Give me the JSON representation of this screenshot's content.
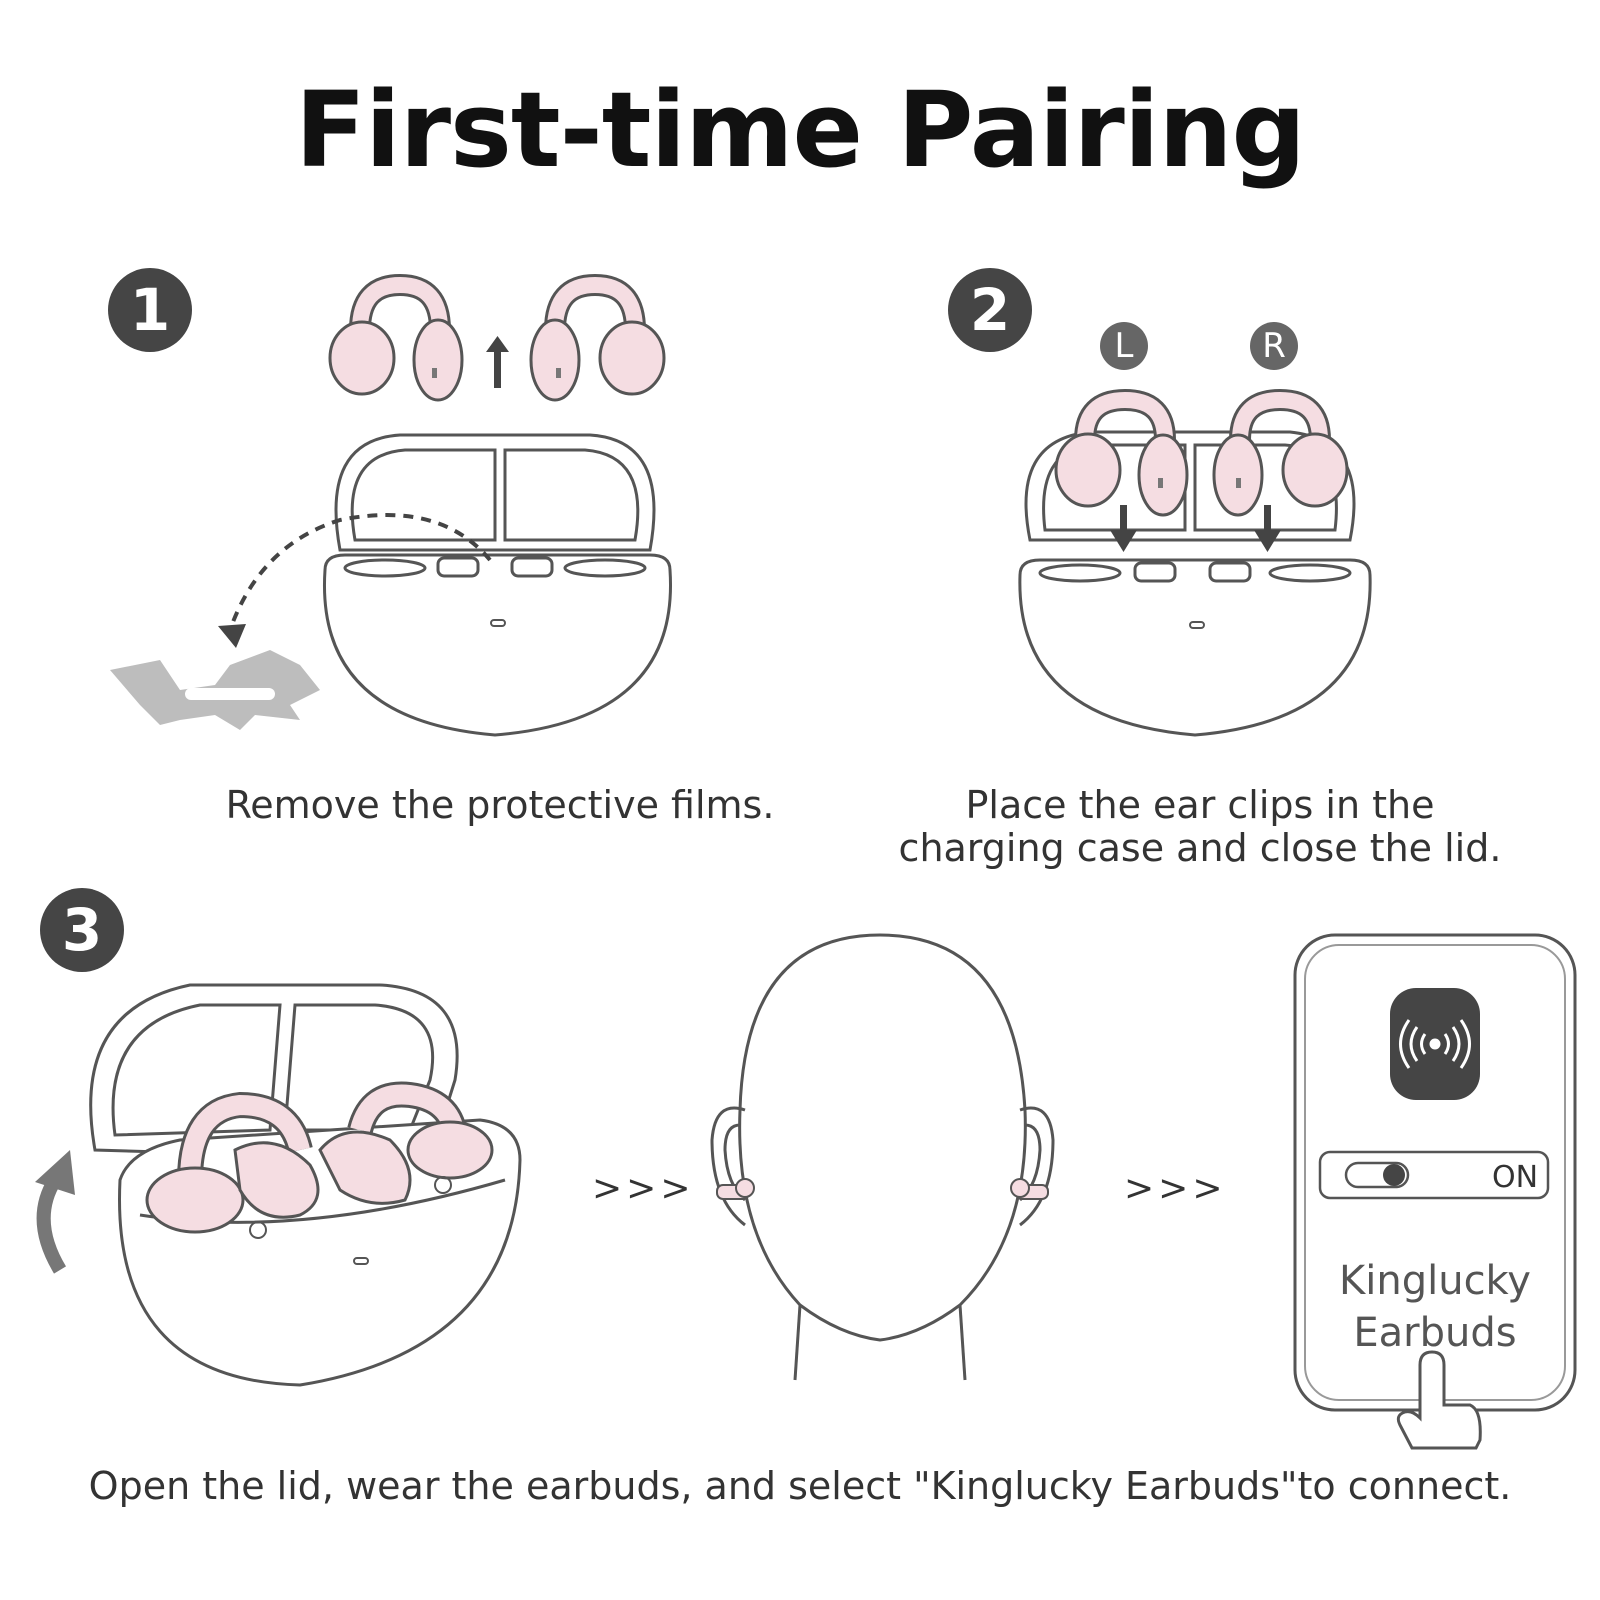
{
  "title": "First-time Pairing",
  "steps": [
    {
      "number": "1",
      "caption": "Remove the protective films."
    },
    {
      "number": "2",
      "caption_line1": "Place the ear clips in the",
      "caption_line2": "charging case and close the lid.",
      "left_marker": "L",
      "right_marker": "R"
    },
    {
      "number": "3",
      "caption": "Open the lid, wear the earbuds, and select \"Kinglucky Earbuds\"to connect."
    }
  ],
  "step3": {
    "separator": ">>>",
    "toggle_label": "ON",
    "device_name_line1": "Kinglucky",
    "device_name_line2": "Earbuds"
  },
  "colors": {
    "badge": "#454545",
    "earbud_pink": "#f5dde2",
    "line": "#555555",
    "film": "#bdbdbd",
    "arrow": "#444444"
  },
  "icons": [
    "up-arrow-icon",
    "down-arrow-icon",
    "curved-dashed-arrow-icon",
    "curved-lift-arrow-icon",
    "bluetooth-broadcast-icon",
    "toggle-switch-icon",
    "tapping-hand-icon"
  ]
}
